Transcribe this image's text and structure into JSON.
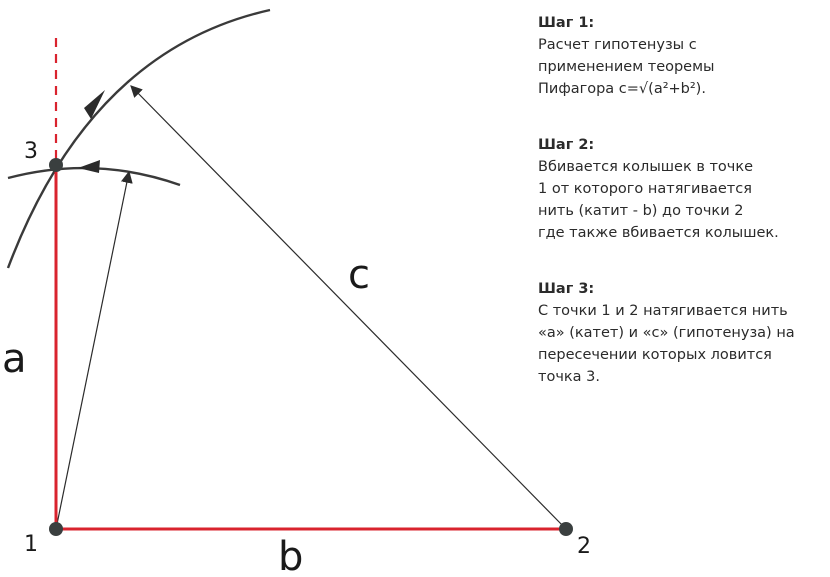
{
  "labels": {
    "side_a": "a",
    "side_b": "b",
    "side_c": "c",
    "point_1": "1",
    "point_2": "2",
    "point_3": "3"
  },
  "steps": [
    {
      "title": "Шаг 1:",
      "lines": [
        "Расчет гипотенузы с",
        "применением теоремы",
        "Пифагора с=√(a²+b²)."
      ]
    },
    {
      "title": "Шаг 2:",
      "lines": [
        "Вбивается колышек в точке",
        "1 от которого натягивается",
        "нить (катит - b) до точки 2",
        "где также вбивается колышек."
      ]
    },
    {
      "title": "Шаг 3:",
      "lines": [
        "С точки 1 и 2 натягивается нить",
        "«а» (катет) и «с» (гипотенуза) на",
        "пересечении которых ловится",
        "точка 3."
      ]
    }
  ],
  "colors": {
    "leg_line": "#d9232e",
    "guide_line": "#2b2b2b",
    "point_fill": "#3a3f3f"
  }
}
